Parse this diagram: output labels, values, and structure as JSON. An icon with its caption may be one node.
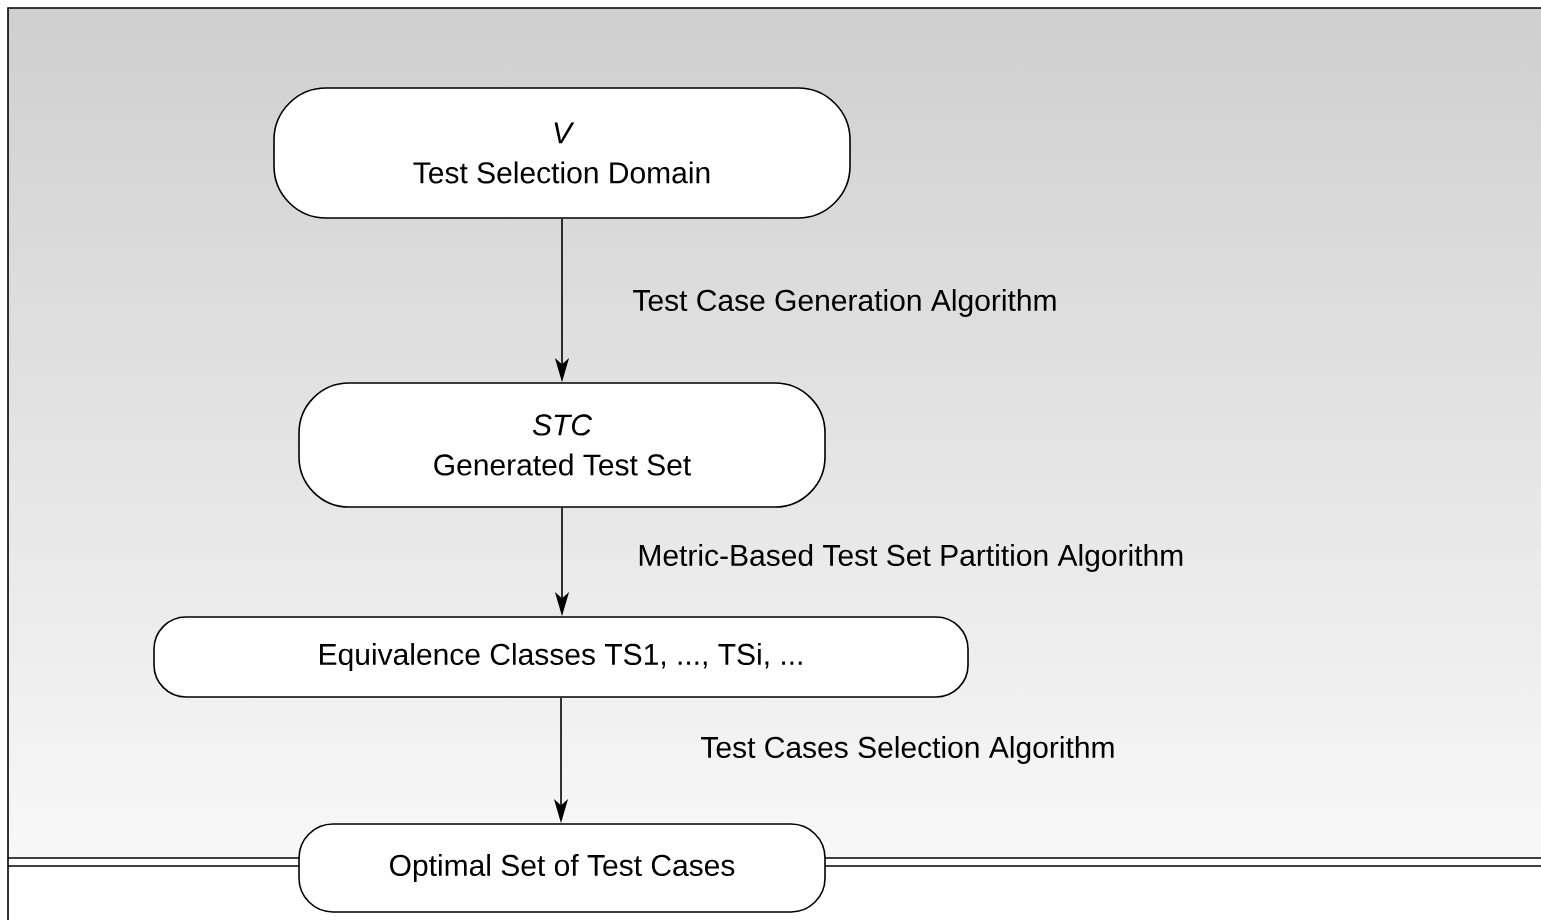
{
  "diagram": {
    "nodes": [
      {
        "text": [
          "V",
          "Test Selection Domain"
        ]
      },
      {
        "text": [
          "STC",
          "Generated Test Set"
        ]
      },
      {
        "text": [
          "Equivalence Classes TS1, ..., TSi, ..."
        ]
      },
      {
        "text": [
          "Optimal Set of Test Cases"
        ]
      }
    ],
    "edges": [
      {
        "from": 0,
        "to": 1,
        "arrow": "to",
        "label": "Test Case Generation Algorithm"
      },
      {
        "from": 1,
        "to": 2,
        "arrow": "to",
        "label": "Metric-Based Test Set Partition Algorithm"
      },
      {
        "from": 2,
        "to": 3,
        "arrow": "to",
        "label": "Test Cases Selection Algorithm"
      }
    ]
  }
}
